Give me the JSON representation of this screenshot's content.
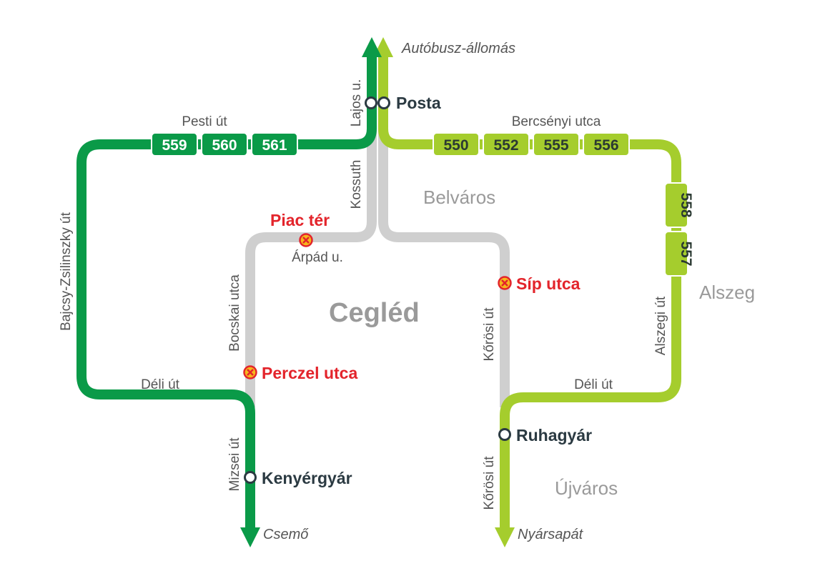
{
  "colors": {
    "dark_green": "#0a9a48",
    "light_green": "#a5cd2d",
    "grey": "#cfcfcf",
    "closed_red": "#e3242b",
    "closed_fill": "#f6b71c"
  },
  "map": {
    "city": "Cegléd",
    "districts": {
      "belvaros": "Belváros",
      "alszeg": "Alszeg",
      "ujvaros": "Újváros"
    },
    "destinations": {
      "bus_station": "Autóbusz-állomás",
      "csemo": "Csemő",
      "nyarsapat": "Nyársapát"
    },
    "stops": {
      "posta": "Posta",
      "kenyergyar": "Kenyérgyár",
      "ruhagyar": "Ruhagyár"
    },
    "closed_stops": {
      "piac_ter": "Piac tér",
      "perczel_utca": "Perczel utca",
      "sip_utca": "Síp utca"
    },
    "streets": {
      "pesti_ut": "Pesti út",
      "bercsenyi_utca": "Bercsényi utca",
      "lajos_u": "Lajos u.",
      "kossuth": "Kossuth",
      "bajcsy": "Bajcsy-Zsilinszky út",
      "deli_ut_west": "Déli út",
      "deli_ut_east": "Déli út",
      "arpad_u": "Árpád u.",
      "bocskai_utca": "Bocskai utca",
      "mizsei_ut": "Mizsei út",
      "korosi_ut_north": "Kőrösi út",
      "korosi_ut_south": "Kőrösi út",
      "alszegi_ut": "Alszegi út"
    },
    "routes_west": [
      "559",
      "560",
      "561"
    ],
    "routes_east": [
      "550",
      "552",
      "555",
      "556"
    ],
    "routes_east_vertical": [
      "558",
      "557"
    ]
  }
}
